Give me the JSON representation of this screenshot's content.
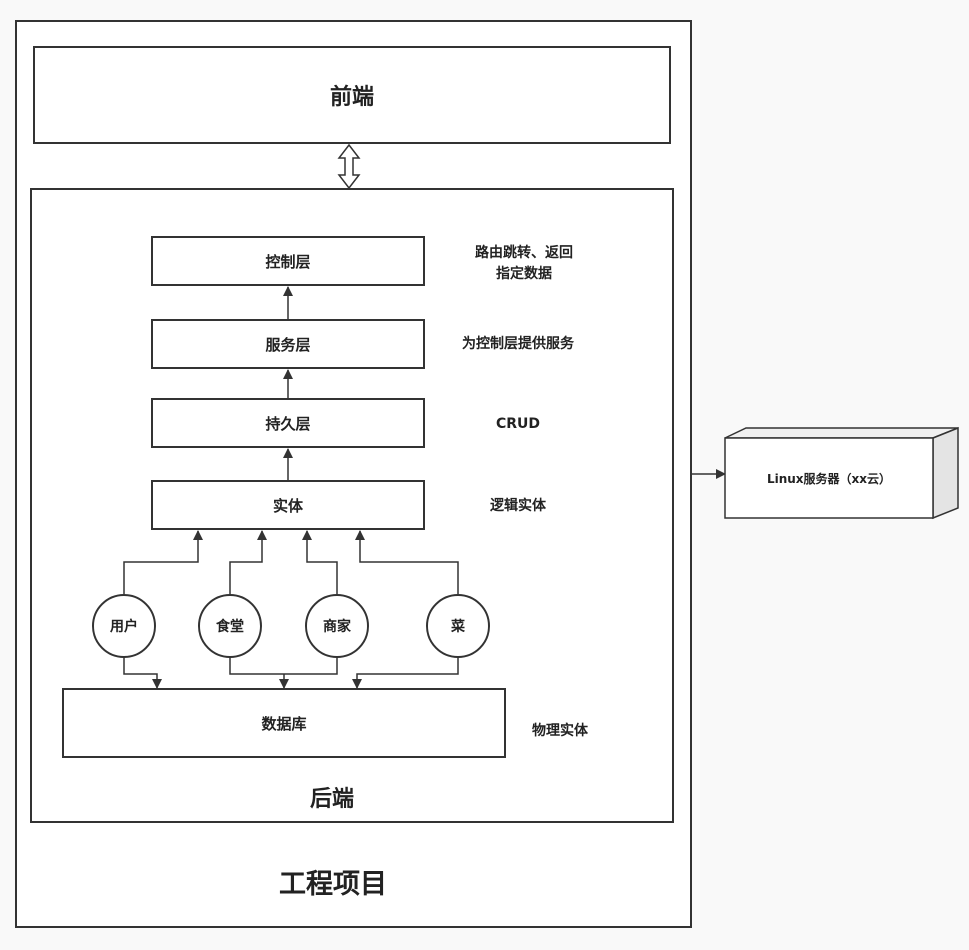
{
  "project": {
    "title": "工程项目"
  },
  "frontend": {
    "title": "前端"
  },
  "backend": {
    "title": "后端"
  },
  "layers": {
    "controller": {
      "label": "控制层",
      "note_line1": "路由跳转、返回",
      "note_line2": "指定数据"
    },
    "service": {
      "label": "服务层",
      "note": "为控制层提供服务"
    },
    "persistence": {
      "label": "持久层",
      "note": "CRUD"
    },
    "entity": {
      "label": "实体",
      "note": "逻辑实体"
    }
  },
  "entities": {
    "user": "用户",
    "canteen": "食堂",
    "merchant": "商家",
    "dish": "菜"
  },
  "database": {
    "label": "数据库",
    "note": "物理实体"
  },
  "server": {
    "label": "Linux服务器（xx云）"
  }
}
